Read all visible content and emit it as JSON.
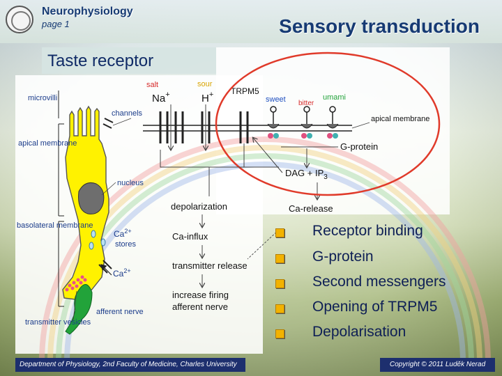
{
  "header": {
    "course": "Neurophysiology",
    "page": "page 1",
    "title": "Sensory transduction"
  },
  "section_title": "Taste receptor",
  "diagram": {
    "labels": {
      "microvilli": "microvilli",
      "apical_membrane_left": "apical membrane",
      "basolateral_membrane": "basolateral membrane",
      "transmitter_vesicles": "transmitter vesicles",
      "channels": "channels",
      "nucleus": "nucleus",
      "ca_stores_ion": "Ca",
      "ca_stores_sup": "2+",
      "ca_stores_word": "stores",
      "ca_ion": "Ca",
      "ca_sup": "2+",
      "afferent_nerve": "afferent nerve",
      "salt": "salt",
      "sour": "sour",
      "na": "Na",
      "na_sup": "+",
      "h": "H",
      "h_sup": "+",
      "trpm5": "TRPM5",
      "sweet": "sweet",
      "bitter": "bitter",
      "umami": "umami",
      "apical_membrane_right": "apical membrane",
      "g_protein": "G-protein",
      "dag": "DAG + IP",
      "dag_sub": "3",
      "ca_release": "Ca-release",
      "depolarization": "depolarization",
      "ca_influx": "Ca-influx",
      "transmitter_release": "transmitter release",
      "increase_firing": "increase firing",
      "afferent_nerve_flow": "afferent nerve"
    }
  },
  "steps": [
    "Receptor binding",
    "G-protein",
    "Second messengers",
    "Opening of TRPM5",
    "Depolarisation"
  ],
  "footer": {
    "left": "Department of Physiology, 2nd Faculty of Medicine, Charles University",
    "right": "Copyright © 2011 Luděk Nerad"
  },
  "colors": {
    "title_blue": "#163a73",
    "cell_yellow": "#fff200",
    "highlight_red": "#e03a2a",
    "bullet_gold": "#f2b200"
  }
}
